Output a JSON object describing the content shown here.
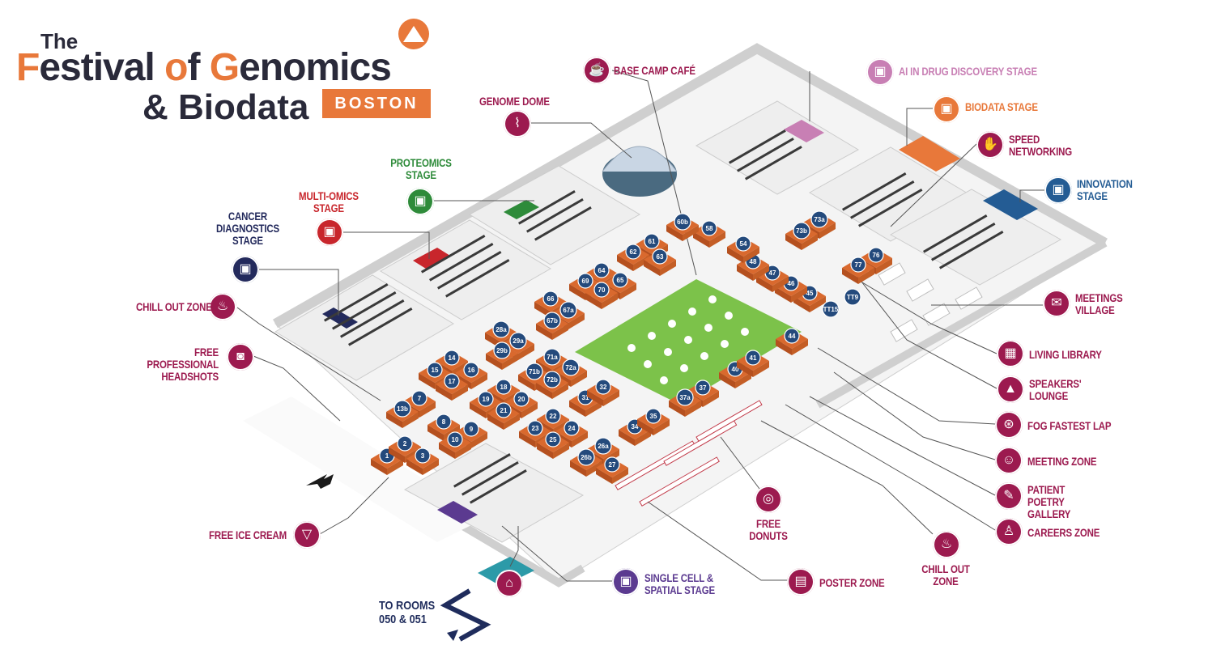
{
  "logo": {
    "the": "The",
    "line1_parts": [
      "F",
      "estival ",
      "o",
      "f ",
      "G",
      "enomics"
    ],
    "line2": "& Biodata",
    "city": "BOSTON"
  },
  "colors": {
    "maroon": "#9c1a4f",
    "orange": "#e8783a",
    "green": "#2e8b3a",
    "red": "#c8262c",
    "navy": "#232a5c",
    "purple": "#5b3a90",
    "pink": "#c87fb4",
    "blue": "#245c94",
    "lawn": "#7cc24a",
    "floor": "#f3f3f3",
    "wall": "#d8d8d8",
    "booth": "#d9692e",
    "booth_badge": "#244a7c"
  },
  "labels": {
    "base_camp_cafe": "BASE CAMP CAFÉ",
    "genome_dome": "GENOME DOME",
    "proteomics_stage": "PROTEOMICS STAGE",
    "multi_omics_stage": "MULTI-OMICS STAGE",
    "cancer_diagnostics_stage": "CANCER DIAGNOSTICS STAGE",
    "chill_out_zone_left": "CHILL OUT ZONE",
    "free_professional_headshots": "FREE PROFESSIONAL HEADSHOTS",
    "free_ice_cream": "FREE ICE CREAM",
    "single_cell_spatial_stage": "SINGLE CELL & SPATIAL STAGE",
    "poster_zone": "POSTER ZONE",
    "free_donuts": "FREE DONUTS",
    "chill_out_zone_right": "CHILL OUT ZONE",
    "ai_in_drug_discovery_stage": "AI IN DRUG DISCOVERY STAGE",
    "biodata_stage": "BIODATA STAGE",
    "speed_networking": "SPEED NETWORKING",
    "innovation_stage": "INNOVATION STAGE",
    "meetings_village": "MEETINGS VILLAGE",
    "living_library": "LIVING LIBRARY",
    "speakers_lounge": "SPEAKERS' LOUNGE",
    "fog_fastest_lap": "FOG FASTEST LAP",
    "meeting_zone": "MEETING ZONE",
    "patient_poetry_gallery": "PATIENT POETRY GALLERY",
    "careers_zone": "CAREERS ZONE",
    "to_rooms": "TO ROOMS 050 & 051"
  },
  "icons": {
    "base_camp_cafe": "coffee-cup-icon",
    "genome_dome": "dna-icon",
    "proteomics_stage": "podium-icon",
    "multi_omics_stage": "podium-icon",
    "cancer_diagnostics_stage": "podium-icon",
    "chill_out_zone": "lounge-chair-icon",
    "free_professional_headshots": "camera-icon",
    "free_ice_cream": "ice-cream-icon",
    "single_cell_spatial_stage": "podium-icon",
    "poster_zone": "poster-icon",
    "free_donuts": "donut-icon",
    "ai_in_drug_discovery_stage": "podium-icon",
    "biodata_stage": "podium-icon",
    "speed_networking": "handshake-icon",
    "innovation_stage": "podium-icon",
    "meetings_village": "chat-bubble-icon",
    "living_library": "book-icon",
    "speakers_lounge": "speaker-icon",
    "fog_fastest_lap": "steering-wheel-icon",
    "meeting_zone": "meeting-icon",
    "patient_poetry_gallery": "quill-icon",
    "careers_zone": "person-icon",
    "cloakroom": "hanger-icon"
  },
  "booths": [
    "1",
    "2",
    "3",
    "7",
    "8",
    "9",
    "10",
    "13b",
    "14",
    "15",
    "16",
    "17",
    "18",
    "19",
    "20",
    "21",
    "22",
    "23",
    "24",
    "25",
    "26a",
    "26b",
    "27",
    "28a",
    "29a",
    "29b",
    "31",
    "32",
    "34",
    "35",
    "37",
    "37a",
    "40",
    "41",
    "44",
    "45",
    "46",
    "47",
    "48",
    "54",
    "58",
    "60b",
    "61",
    "62",
    "63",
    "64",
    "65",
    "66",
    "67a",
    "67b",
    "69",
    "70",
    "71a",
    "71b",
    "72a",
    "72b",
    "73a",
    "73b",
    "76",
    "77",
    "TT9",
    "TT15"
  ]
}
